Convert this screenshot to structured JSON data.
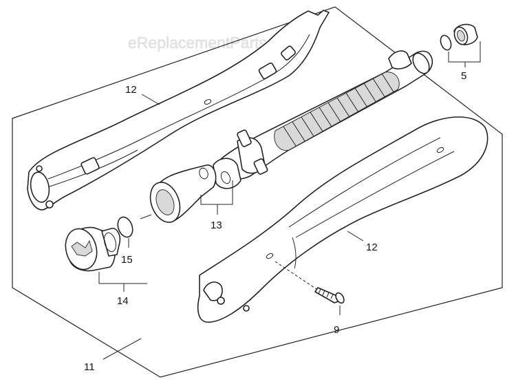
{
  "watermark": "eReplacementParts.com",
  "callouts": {
    "c5": "5",
    "c9": "9",
    "c11": "11",
    "c12_left": "12",
    "c12_right": "12",
    "c13": "13",
    "c14": "14",
    "c15": "15"
  },
  "colors": {
    "line": "#222222",
    "shade": "#d9d9d9",
    "watermark": "#e4e4e4"
  }
}
